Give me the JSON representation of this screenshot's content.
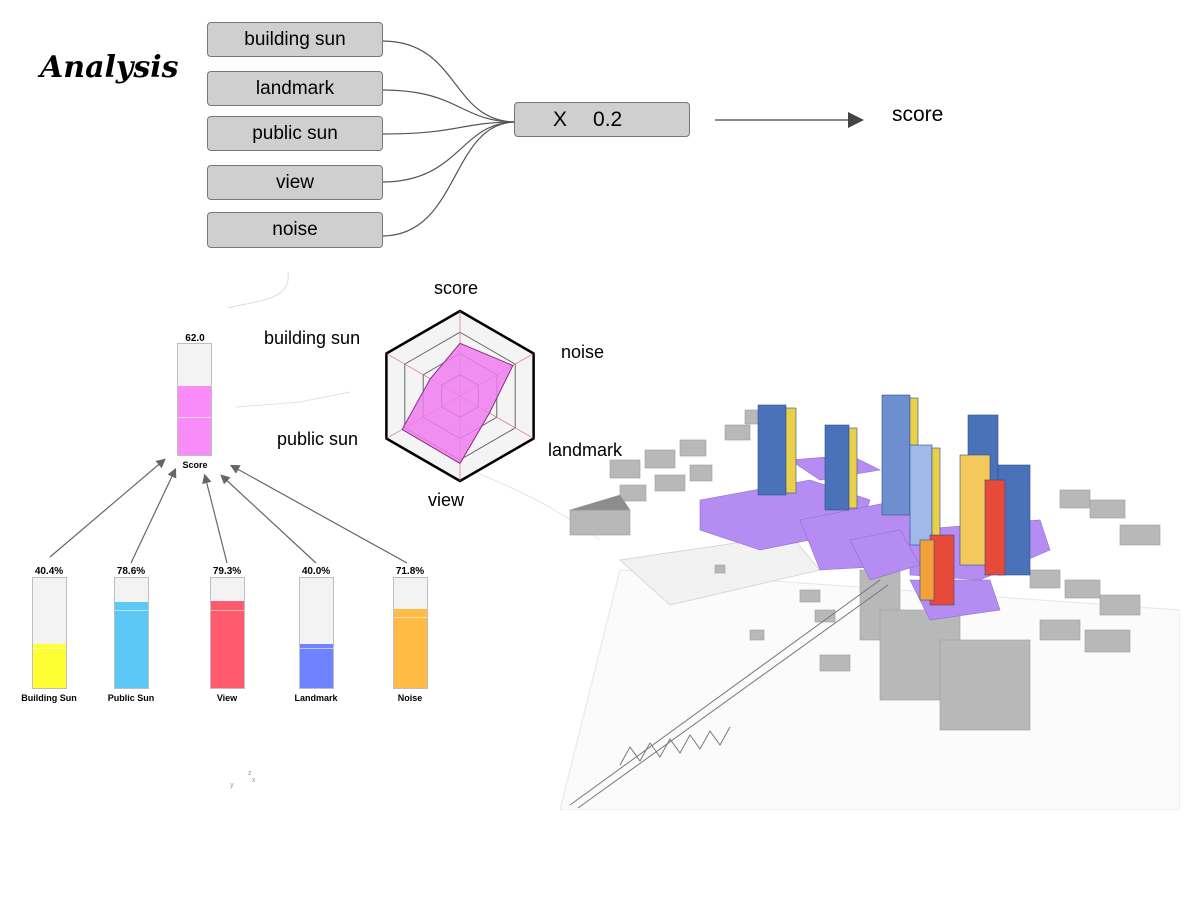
{
  "title": "Analysis",
  "flow": {
    "inputs": [
      "building sun",
      "landmark",
      "public sun",
      "view",
      "noise"
    ],
    "multiplier_symbol": "X",
    "multiplier_value": "0.2",
    "output": "score"
  },
  "radar": {
    "axes": [
      "score",
      "noise",
      "landmark",
      "view",
      "public sun",
      "building sun"
    ],
    "values": [
      0.62,
      0.718,
      0.4,
      0.793,
      0.786,
      0.404
    ],
    "fill_color": "#f07cf0",
    "rings": 4
  },
  "score_bar": {
    "value_label": "62.0",
    "value": 0.62,
    "name": "Score",
    "color": "#f98cf9"
  },
  "bars": [
    {
      "name": "Building Sun",
      "value_label": "40.4%",
      "value": 0.404,
      "color": "#ffff33"
    },
    {
      "name": "Public Sun",
      "value_label": "78.6%",
      "value": 0.786,
      "color": "#5bc8f5"
    },
    {
      "name": "View",
      "value_label": "79.3%",
      "value": 0.793,
      "color": "#ff5a6e"
    },
    {
      "name": "Landmark",
      "value_label": "40.0%",
      "value": 0.4,
      "color": "#6f82ff"
    },
    {
      "name": "Noise",
      "value_label": "71.8%",
      "value": 0.718,
      "color": "#ffbb44"
    }
  ],
  "colors": {
    "massing": "#b48cf2",
    "tower": "#4a72b8",
    "context": "#a8a8a8"
  },
  "axis_glyph": {
    "x": "x",
    "y": "y",
    "z": "z"
  }
}
